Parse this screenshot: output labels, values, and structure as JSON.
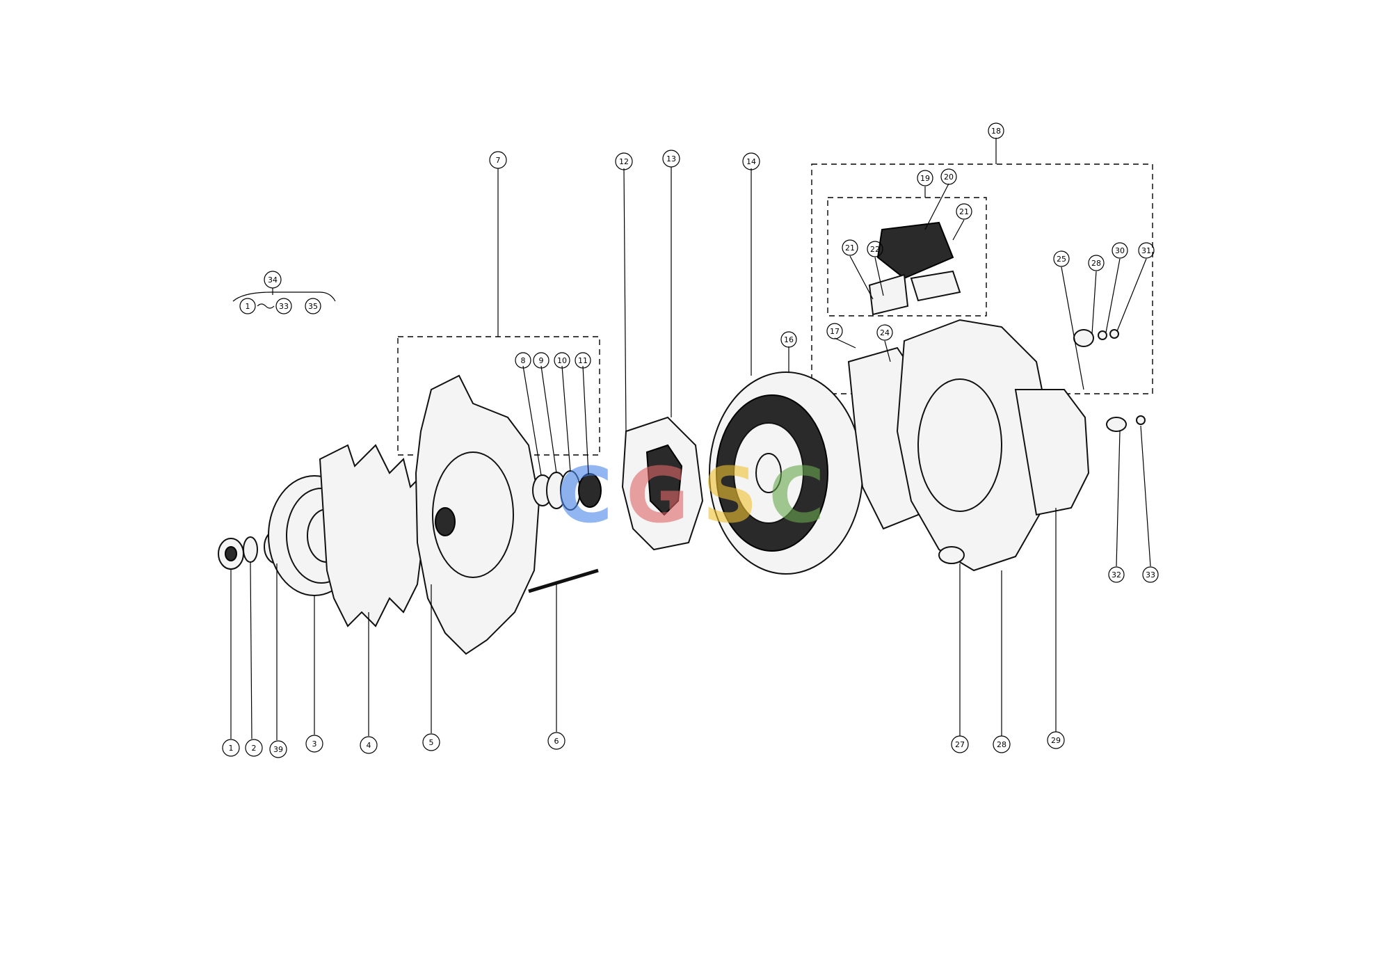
{
  "callouts": [
    {
      "id": "c1",
      "label": "1"
    },
    {
      "id": "c2",
      "label": "2"
    },
    {
      "id": "c39",
      "label": "39"
    },
    {
      "id": "c3",
      "label": "3"
    },
    {
      "id": "c4",
      "label": "4"
    },
    {
      "id": "c5",
      "label": "5"
    },
    {
      "id": "c6",
      "label": "6"
    },
    {
      "id": "c7",
      "label": "7"
    },
    {
      "id": "c8",
      "label": "8"
    },
    {
      "id": "c9",
      "label": "9"
    },
    {
      "id": "c10",
      "label": "10"
    },
    {
      "id": "c11",
      "label": "11"
    },
    {
      "id": "c12",
      "label": "12"
    },
    {
      "id": "c13",
      "label": "13"
    },
    {
      "id": "c14",
      "label": "14"
    },
    {
      "id": "c16",
      "label": "16"
    },
    {
      "id": "c17",
      "label": "17"
    },
    {
      "id": "c18",
      "label": "18"
    },
    {
      "id": "c19",
      "label": "19"
    },
    {
      "id": "c20",
      "label": "20"
    },
    {
      "id": "c21a",
      "label": "21"
    },
    {
      "id": "c21b",
      "label": "21"
    },
    {
      "id": "c22",
      "label": "22"
    },
    {
      "id": "c24",
      "label": "24"
    },
    {
      "id": "c25",
      "label": "25"
    },
    {
      "id": "c27",
      "label": "27"
    },
    {
      "id": "c28",
      "label": "28"
    },
    {
      "id": "c29",
      "label": "29"
    },
    {
      "id": "c30",
      "label": "30"
    },
    {
      "id": "c31",
      "label": "31"
    },
    {
      "id": "c32",
      "label": "32"
    },
    {
      "id": "c33",
      "label": "33"
    },
    {
      "id": "c34",
      "label": "34"
    },
    {
      "id": "k1",
      "label": "1"
    },
    {
      "id": "k33",
      "label": "33"
    },
    {
      "id": "k35",
      "label": "35"
    }
  ],
  "watermark": {
    "text": "CGSC",
    "colors": [
      "#4a86e8",
      "#e06666",
      "#f1c232",
      "#6aa84f"
    ]
  }
}
